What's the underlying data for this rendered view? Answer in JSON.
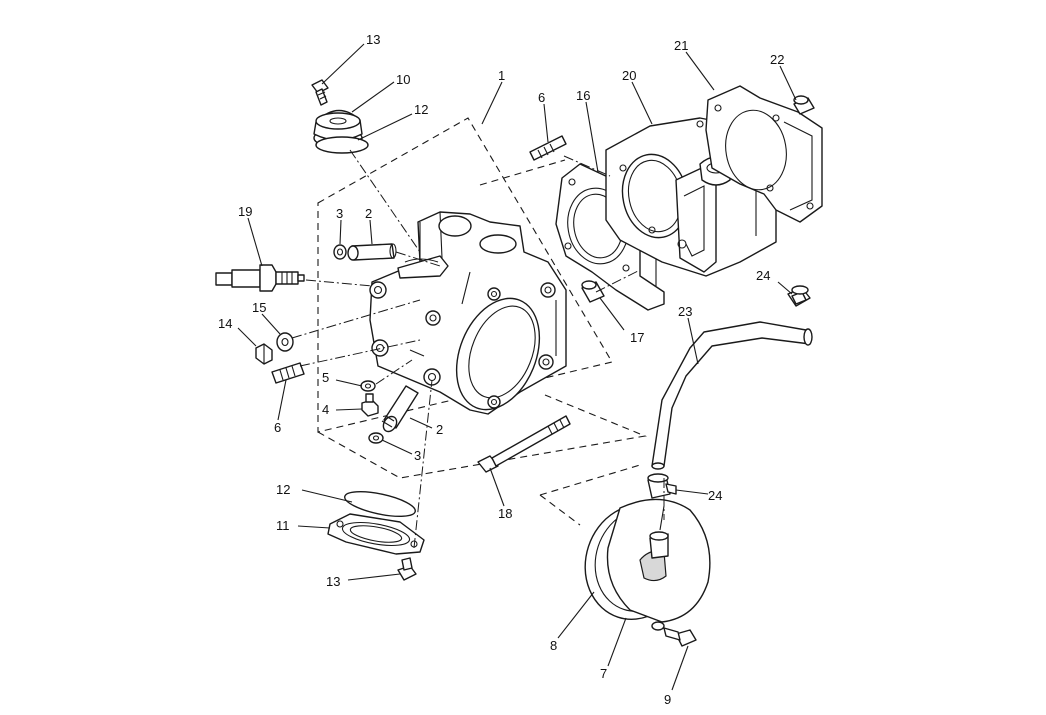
{
  "callouts": [
    {
      "id": "c13a",
      "text": "13"
    },
    {
      "id": "c10",
      "text": "10"
    },
    {
      "id": "c12a",
      "text": "12"
    },
    {
      "id": "c1",
      "text": "1"
    },
    {
      "id": "c6a",
      "text": "6"
    },
    {
      "id": "c16",
      "text": "16"
    },
    {
      "id": "c20",
      "text": "20"
    },
    {
      "id": "c21",
      "text": "21"
    },
    {
      "id": "c22",
      "text": "22"
    },
    {
      "id": "c19",
      "text": "19"
    },
    {
      "id": "c3a",
      "text": "3"
    },
    {
      "id": "c2a",
      "text": "2"
    },
    {
      "id": "c24a",
      "text": "24"
    },
    {
      "id": "c15",
      "text": "15"
    },
    {
      "id": "c14",
      "text": "14"
    },
    {
      "id": "c17",
      "text": "17"
    },
    {
      "id": "c23",
      "text": "23"
    },
    {
      "id": "c5",
      "text": "5"
    },
    {
      "id": "c4",
      "text": "4"
    },
    {
      "id": "c6b",
      "text": "6"
    },
    {
      "id": "c2b",
      "text": "2"
    },
    {
      "id": "c3b",
      "text": "3"
    },
    {
      "id": "c12b",
      "text": "12"
    },
    {
      "id": "c11",
      "text": "11"
    },
    {
      "id": "c24b",
      "text": "24"
    },
    {
      "id": "c18",
      "text": "18"
    },
    {
      "id": "c13b",
      "text": "13"
    },
    {
      "id": "c8",
      "text": "8"
    },
    {
      "id": "c7",
      "text": "7"
    },
    {
      "id": "c9",
      "text": "9"
    }
  ]
}
